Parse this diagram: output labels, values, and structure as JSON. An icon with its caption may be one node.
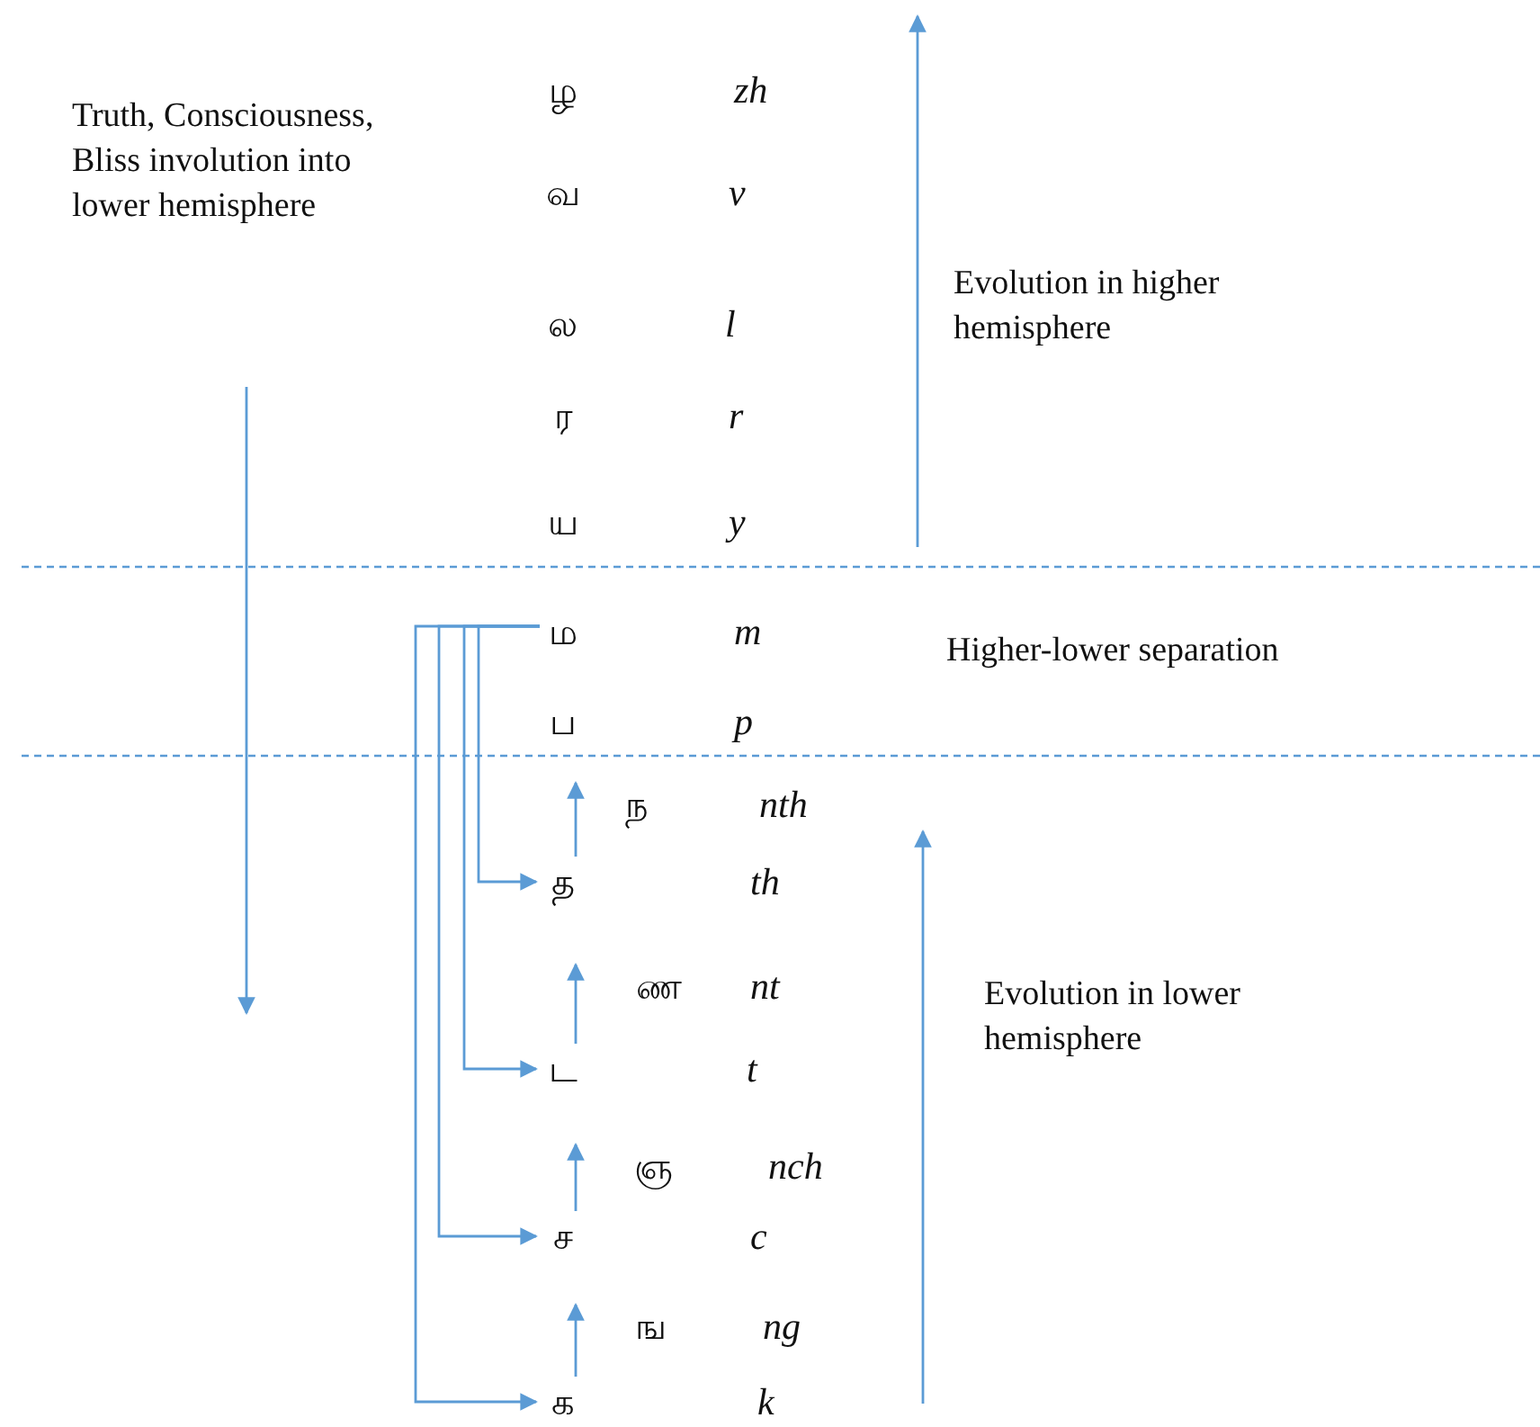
{
  "diagram": {
    "nodes": [
      {
        "text": [
          "ழ"
        ],
        "beside": [
          "zh"
        ]
      },
      {
        "text": [
          "வ"
        ],
        "beside": [
          "v"
        ]
      },
      {
        "text": [
          "ல"
        ],
        "beside": [
          "l"
        ]
      },
      {
        "text": [
          "ர"
        ],
        "beside": [
          "r"
        ]
      },
      {
        "text": [
          "ய"
        ],
        "beside": [
          "y"
        ]
      },
      {
        "text": [
          "ம"
        ],
        "beside": [
          "m"
        ]
      },
      {
        "text": [
          "ப"
        ],
        "beside": [
          "p"
        ]
      },
      {
        "text": [
          "ந"
        ],
        "beside": [
          "nth"
        ]
      },
      {
        "text": [
          "த"
        ],
        "beside": [
          "th"
        ]
      },
      {
        "text": [
          "ண"
        ],
        "beside": [
          "nt"
        ]
      },
      {
        "text": [
          "ட"
        ],
        "beside": [
          "t"
        ]
      },
      {
        "text": [
          "ஞ"
        ],
        "beside": [
          "nch"
        ]
      },
      {
        "text": [
          "ச"
        ],
        "beside": [
          "c"
        ]
      },
      {
        "text": [
          "ங"
        ],
        "beside": [
          "ng"
        ]
      },
      {
        "text": [
          "க"
        ],
        "beside": [
          "k"
        ]
      }
    ],
    "edges": [
      {
        "from": 5,
        "to": 8,
        "arrow": "to"
      },
      {
        "from": 5,
        "to": 10,
        "arrow": "to"
      },
      {
        "from": 5,
        "to": 12,
        "arrow": "to"
      },
      {
        "from": 5,
        "to": 14,
        "arrow": "to"
      },
      {
        "from": 8,
        "to": 7,
        "arrow": "to"
      },
      {
        "from": 10,
        "to": 9,
        "arrow": "to"
      },
      {
        "from": 12,
        "to": 11,
        "arrow": "to"
      },
      {
        "from": 14,
        "to": 13,
        "arrow": "to"
      }
    ],
    "labels": [
      "Truth, Consciousness, Bliss involution into lower hemisphere",
      "Evolution in higher hemisphere",
      "Higher-lower separation",
      "Evolution in lower hemisphere"
    ]
  }
}
